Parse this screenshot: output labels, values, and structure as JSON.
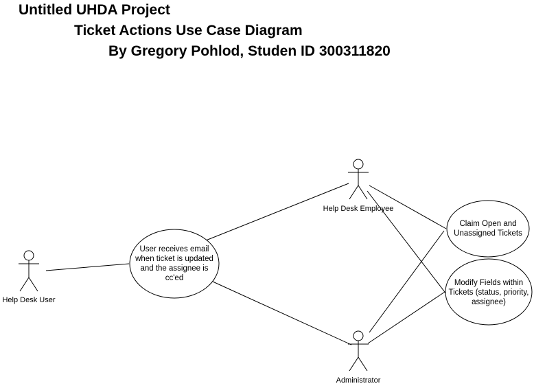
{
  "header": {
    "line1": "Untitled UHDA Project",
    "line2": "Ticket Actions Use Case Diagram",
    "line3": "By Gregory Pohlod, Studen ID 300311820"
  },
  "actors": {
    "help_desk_user": "Help Desk User",
    "help_desk_employee": "Help Desk Employee",
    "administrator": "Administrator"
  },
  "use_cases": {
    "email_update": "User receives email\nwhen ticket is updated\nand the assignee is\ncc'ed",
    "claim_tickets": "Claim Open and\nUnassigned Tickets",
    "modify_fields": "Modify Fields within\nTickets (status, priority,\nassignee)"
  },
  "colors": {
    "stroke": "#000000",
    "fill": "#ffffff"
  }
}
